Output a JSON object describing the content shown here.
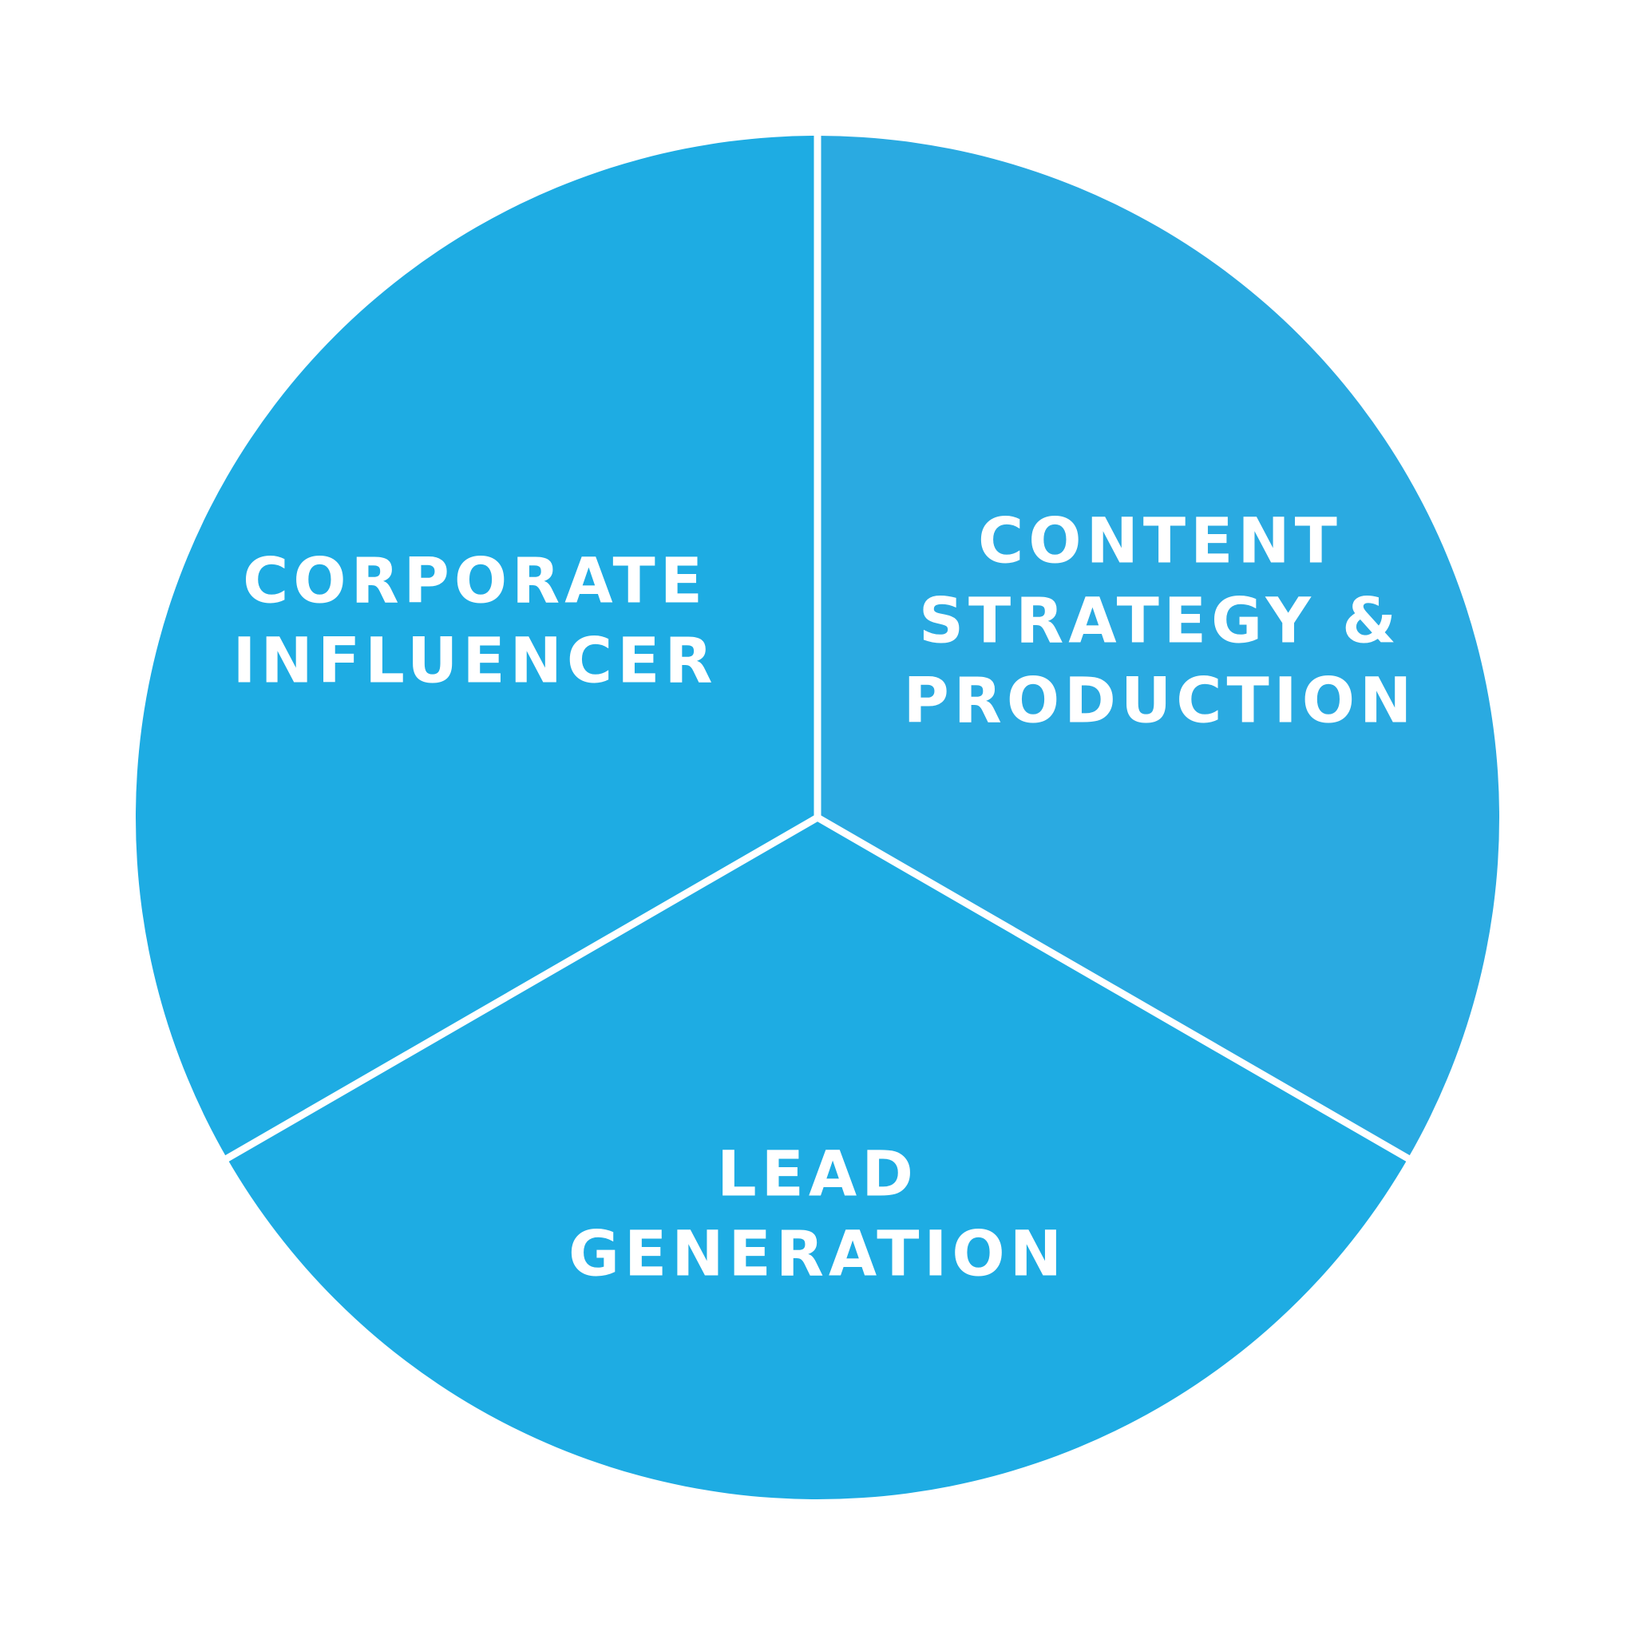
{
  "chart_data": {
    "type": "pie",
    "title": "",
    "slices": [
      {
        "label_lines": [
          "CONTENT",
          "STRATEGY &",
          "PRODUCTION"
        ],
        "value": 1,
        "color": "#2aaae1"
      },
      {
        "label_lines": [
          "LEAD",
          "GENERATION"
        ],
        "value": 1,
        "color": "#1eace3"
      },
      {
        "label_lines": [
          "CORPORATE",
          "INFLUENCER"
        ],
        "value": 1,
        "color": "#1eace3"
      }
    ],
    "start_angle_deg": 0,
    "direction": "clockwise",
    "separator_color": "#ffffff",
    "background": "#ffffff"
  }
}
